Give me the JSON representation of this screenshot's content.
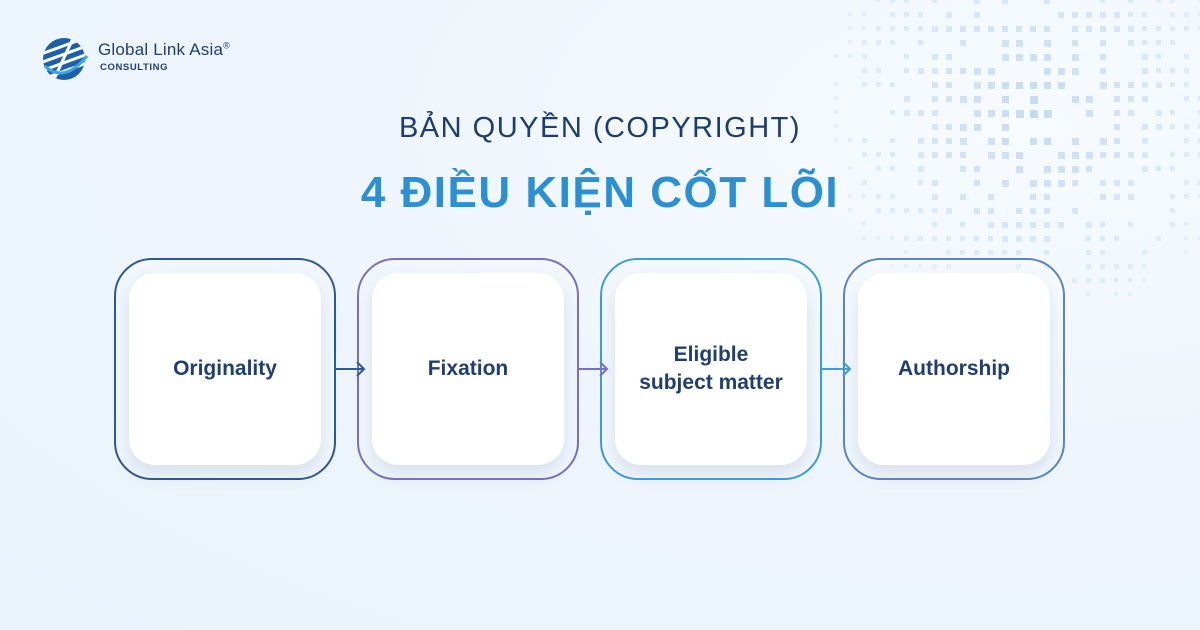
{
  "brand": {
    "name": "Global Link Asia",
    "registered": "®",
    "tagline": "CONSULTING"
  },
  "title": {
    "line1": "BẢN QUYỀN (COPYRIGHT)",
    "line2": "4 ĐIỀU KIỆN CỐT LÕI"
  },
  "steps": [
    {
      "label": "Originality",
      "border_color": "#2e5a91"
    },
    {
      "label": "Fixation",
      "border_color": "#7b6fc4"
    },
    {
      "label": "Eligible subject matter",
      "label_lines": [
        "Eligible",
        "subject matter"
      ],
      "border_color": "#3a9fd6"
    },
    {
      "label": "Authorship",
      "border_color": "#5a86c2"
    }
  ],
  "colors": {
    "background": "#eef5fc",
    "title_dark": "#1b3d72",
    "title_accent": "#2a90d3",
    "globe_dots": "#b9d6ef"
  }
}
